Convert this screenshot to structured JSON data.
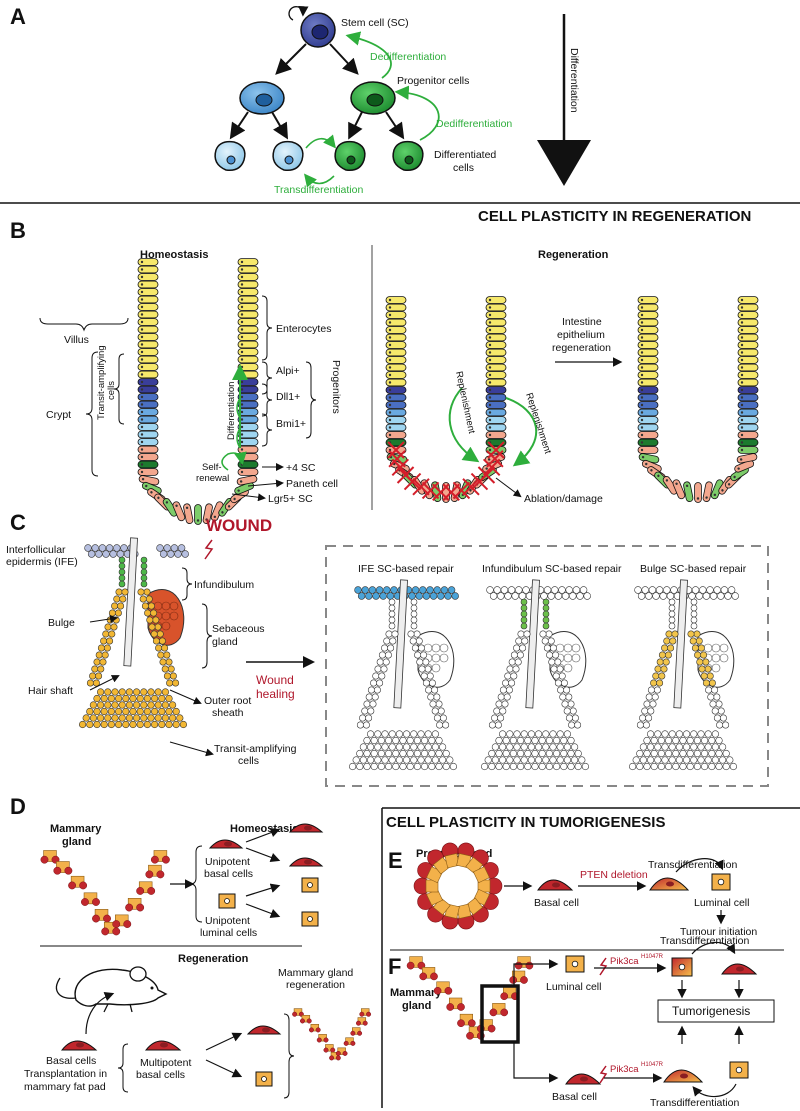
{
  "panel_a": {
    "letter": "A",
    "stem_cell": "Stem cell (SC)",
    "progenitor": "Progenitor cells",
    "differentiated_1": "Differentiated",
    "differentiated_2": "cells",
    "dediff_1": "Dedifferentiation",
    "dediff_2": "Dedifferentiation",
    "transdiff": "Transdifferentiation",
    "differentiation_axis": "Differentiation"
  },
  "section_regeneration": "CELL PLASTICITY IN REGENERATION",
  "panel_b": {
    "letter": "B",
    "homeostasis": "Homeostasis",
    "regeneration": "Regeneration",
    "villus": "Villus",
    "transit_1": "Transit-amplifying",
    "transit_2": "cells",
    "crypt": "Crypt",
    "enterocytes": "Enterocytes",
    "alpi": "Alpi+",
    "dll1": "Dll1+",
    "bmi1": "Bmi1+",
    "progenitors": "Progenitors",
    "differentiation": "Differentiation",
    "self_renewal_1": "Self-",
    "self_renewal_2": "renewal",
    "plus4": "+4 SC",
    "paneth": "Paneth cell",
    "lgr5": "Lgr5+ SC",
    "intestine_1": "Intestine",
    "intestine_2": "epithelium",
    "intestine_3": "regeneration",
    "replenishment_1": "Replenishment",
    "replenishment_2": "Replenishment",
    "ablation": "Ablation/damage"
  },
  "panel_c": {
    "letter": "C",
    "wound": "WOUND",
    "ife_1": "Interfollicular",
    "ife_2": "epidermis (IFE)",
    "infundibulum": "Infundibulum",
    "sebaceous_1": "Sebaceous",
    "sebaceous_2": "gland",
    "bulge": "Bulge",
    "hair_shaft": "Hair shaft",
    "outer_root_1": "Outer root",
    "outer_root_2": "sheath",
    "transit_1": "Transit-amplifying",
    "transit_2": "cells",
    "wound_healing_1": "Wound",
    "wound_healing_2": "healing",
    "repair_ife": "IFE SC-based repair",
    "repair_inf": "Infundibulum SC-based repair",
    "repair_bulge": "Bulge SC-based repair"
  },
  "section_tumorigenesis": "CELL PLASTICITY IN TUMORIGENESIS",
  "panel_d": {
    "letter": "D",
    "mammary_1": "Mammary",
    "mammary_2": "gland",
    "homeostasis": "Homeostasis",
    "unipotent_basal_1": "Unipotent",
    "unipotent_basal_2": "basal cells",
    "unipotent_luminal_1": "Unipotent",
    "unipotent_luminal_2": "luminal cells",
    "regeneration": "Regeneration",
    "basal_cells": "Basal cells",
    "transplant_1": "Transplantation in",
    "transplant_2": "mammary fat pad",
    "multipotent_1": "Multipotent",
    "multipotent_2": "basal cells",
    "mg_regen_1": "Mammary gland",
    "mg_regen_2": "regeneration"
  },
  "panel_e": {
    "letter": "E",
    "prostate": "Prostate gland",
    "pten": "PTEN deletion",
    "basal_cell": "Basal cell",
    "transdiff": "Transdifferentiation",
    "luminal_cell": "Luminal cell",
    "tumour": "Tumour initiation"
  },
  "panel_f": {
    "letter": "F",
    "mammary_1": "Mammary",
    "mammary_2": "gland",
    "luminal_cell": "Luminal cell",
    "basal_cell": "Basal cell",
    "pik_top": "Pik3ca",
    "pik_top_sup": "H1047R",
    "pik_bot": "Pik3ca",
    "pik_bot_sup": "H1047R",
    "transdiff_top": "Transdifferentiation",
    "transdiff_bot": "Transdifferentiation",
    "tumorigenesis": "Tumorigenesis"
  },
  "colors": {
    "stem": "#3f4ea3",
    "progenitor_blue": "#4a8fcf",
    "diff_blue": "#a9d4ee",
    "green_dark": "#1f8a34",
    "green_light": "#3bb54a",
    "dediff_arrow": "#2eae3c",
    "villus_yellow": "#f6e86b",
    "wound_red": "#b0172b",
    "basal_red": "#c1272d",
    "luminal_orange": "#f3b14a"
  }
}
